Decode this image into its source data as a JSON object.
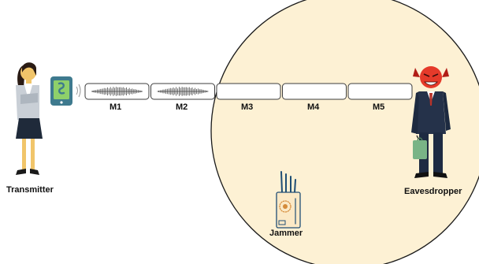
{
  "labels": {
    "transmitter": "Transmitter",
    "jammer": "Jammer",
    "eavesdropper": "Eavesdropper"
  },
  "messages": [
    {
      "label": "M1",
      "has_signal": true
    },
    {
      "label": "M2",
      "has_signal": true
    },
    {
      "label": "M3",
      "has_signal": false
    },
    {
      "label": "M4",
      "has_signal": false
    },
    {
      "label": "M5",
      "has_signal": false
    }
  ],
  "colors": {
    "jamming_zone_fill": "#fdf1d4",
    "jamming_zone_stroke": "#1a1a1a",
    "message_box_stroke": "#3c3c3c",
    "phone_body": "#3e7a8e",
    "phone_screen": "#8ed06a",
    "eavesdropper_face": "#e53a2a",
    "jammer_body": "#fbe9c6",
    "jammer_stroke": "#1f4e75"
  },
  "icons": {
    "transmitter": "woman-figure-icon",
    "device": "smartphone-icon",
    "jammer": "signal-jammer-icon",
    "eavesdropper": "devil-man-icon"
  }
}
